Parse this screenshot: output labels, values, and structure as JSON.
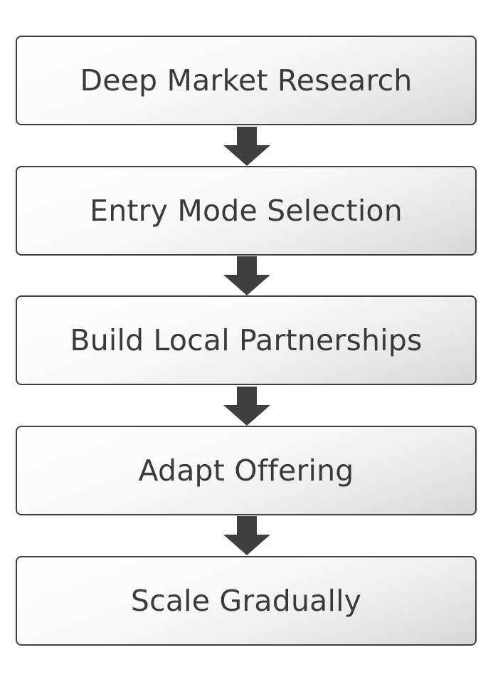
{
  "colors": {
    "border": "#3f3f3f",
    "arrow": "#3f3f3f",
    "text": "#3a3a3a",
    "fill_light": "#ffffff",
    "fill_dark": "#d6d6d6"
  },
  "steps": [
    {
      "label": "Deep Market Research"
    },
    {
      "label": "Entry Mode Selection"
    },
    {
      "label": "Build Local Partnerships"
    },
    {
      "label": "Adapt Offering"
    },
    {
      "label": "Scale Gradually"
    }
  ],
  "connectors": [
    {
      "from": "Deep Market Research",
      "to": "Entry Mode Selection",
      "icon": "down-arrow-icon"
    },
    {
      "from": "Entry Mode Selection",
      "to": "Build Local Partnerships",
      "icon": "down-arrow-icon"
    },
    {
      "from": "Build Local Partnerships",
      "to": "Adapt Offering",
      "icon": "down-arrow-icon"
    },
    {
      "from": "Adapt Offering",
      "to": "Scale Gradually",
      "icon": "down-arrow-icon"
    }
  ]
}
